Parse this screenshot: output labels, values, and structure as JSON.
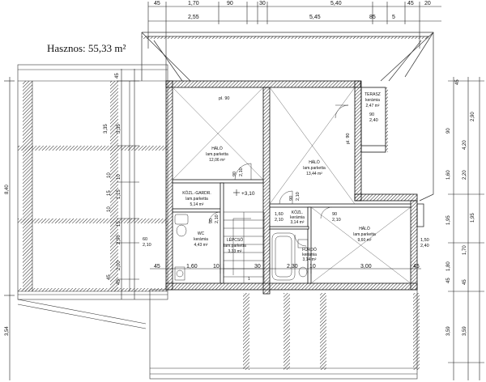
{
  "area_label": "Hasznos: 55,33 m²",
  "top_dims": {
    "row1": [
      "45",
      "1,70",
      "90",
      "30",
      "5,40",
      "45",
      "20"
    ],
    "row2": [
      "2,55",
      "5,45",
      "85",
      "5"
    ]
  },
  "left_dims": [
    "45",
    "3,35",
    "3,35",
    "10",
    "10",
    "15",
    "1,15",
    "10",
    "15",
    "2,90",
    "2,00",
    "45",
    "45",
    "8,40",
    "3,54"
  ],
  "right_dims": [
    "45",
    "2,90",
    "1,95",
    "90",
    "4,20",
    "1,60",
    "2,20",
    "1,95",
    "1,80",
    "45",
    "45",
    "1,70",
    "3,59",
    "3,59"
  ],
  "bottom_dims": [
    "45",
    "1,60",
    "10",
    "30",
    "2,30",
    "10",
    "3,00",
    "45"
  ],
  "rooms": [
    {
      "name": "HÁLÓ",
      "floor": "lam.parketta",
      "area": "12,06 m²"
    },
    {
      "name": "HÁLÓ",
      "floor": "lam.parketta",
      "area": "13,44 m²"
    },
    {
      "name": "TERASZ",
      "floor": "kerámia",
      "area": "2,47 m²"
    },
    {
      "name": "KÖZL.-GARDR.",
      "floor": "lam.parketta",
      "area": "5,14 m²"
    },
    {
      "name": "WC",
      "floor": "kerámia",
      "area": "4,43 m²"
    },
    {
      "name": "LÉPCSŐ",
      "floor": "lam.parketta",
      "area": "3,33 m²"
    },
    {
      "name": "KÖZL.",
      "floor": "kerámia",
      "area": "3,14 m²"
    },
    {
      "name": "FÜRDŐ",
      "floor": "kerámia",
      "area": "3,14 m²"
    },
    {
      "name": "HÁLÓ",
      "floor": "lam.parketta",
      "area": "9,60 m²"
    }
  ],
  "door_labels": [
    "90",
    "2,10",
    "90",
    "2,10",
    "90",
    "2,10",
    "1,60",
    "2,10",
    "90",
    "2,10",
    "90",
    "2,40",
    "1,50",
    "2,40",
    "60",
    "2,10",
    "pl. 90",
    "pl. 90"
  ],
  "level_mark": "+3,10",
  "stair_mark": "1"
}
